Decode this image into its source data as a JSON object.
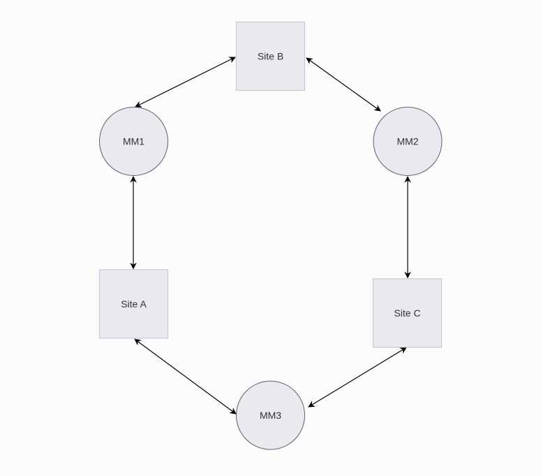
{
  "diagram": {
    "colors": {
      "background": "#fcfcfc",
      "node_fill": "#ece8ef",
      "site_stroke": "#c7c3d4",
      "mm_stroke": "#5f5c6a",
      "edge": "#000000",
      "label": "#333333"
    },
    "nodes": [
      {
        "id": "site-b",
        "shape": "square",
        "label": "Site B"
      },
      {
        "id": "mm1",
        "shape": "circle",
        "label": "MM1"
      },
      {
        "id": "mm2",
        "shape": "circle",
        "label": "MM2"
      },
      {
        "id": "site-a",
        "shape": "square",
        "label": "Site A"
      },
      {
        "id": "site-c",
        "shape": "square",
        "label": "Site C"
      },
      {
        "id": "mm3",
        "shape": "circle",
        "label": "MM3"
      }
    ],
    "edges": [
      {
        "from": "mm1",
        "to": "site-b",
        "bidirectional": true
      },
      {
        "from": "site-b",
        "to": "mm2",
        "bidirectional": true
      },
      {
        "from": "mm1",
        "to": "site-a",
        "bidirectional": true
      },
      {
        "from": "mm2",
        "to": "site-c",
        "bidirectional": true
      },
      {
        "from": "site-a",
        "to": "mm3",
        "bidirectional": true
      },
      {
        "from": "site-c",
        "to": "mm3",
        "bidirectional": true
      }
    ]
  }
}
